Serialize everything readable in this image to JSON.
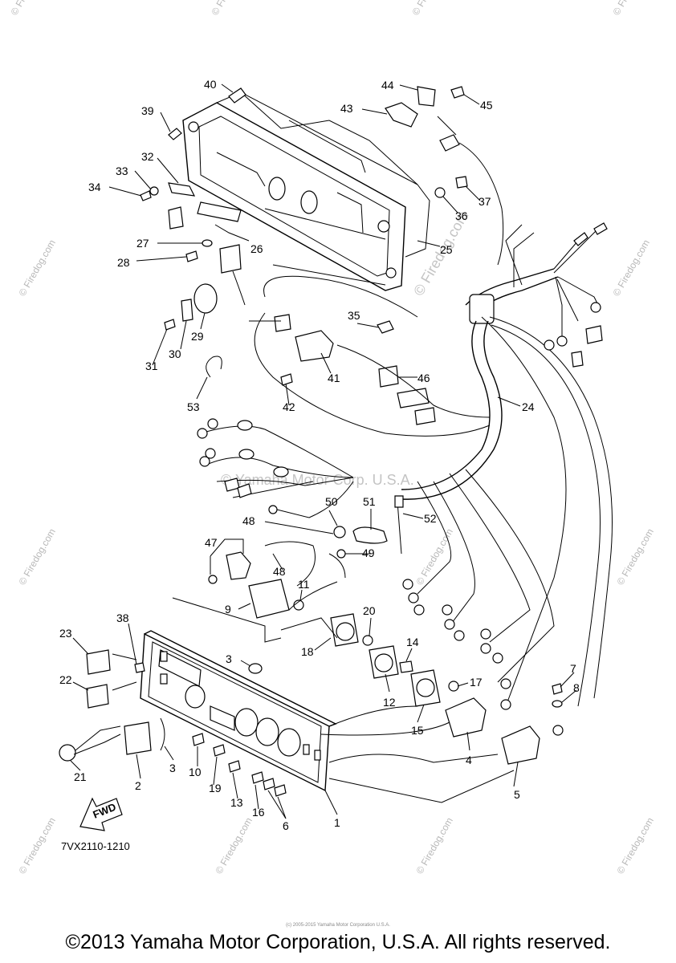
{
  "diagram_code": "7VX2110-1210",
  "fwd_label": "FWD",
  "watermark_site": "© Firedog.com",
  "watermark_center": "© Yamaha Motor Corp. U.S.A.",
  "tiny_copyright": "(c) 2005-2015 Yamaha Motor Corporation U.S.A.",
  "copyright": "©2013 Yamaha Motor Corporation, U.S.A. All rights reserved.",
  "callouts": [
    {
      "id": "1",
      "label": "1"
    },
    {
      "id": "2",
      "label": "2"
    },
    {
      "id": "3a",
      "label": "3"
    },
    {
      "id": "3b",
      "label": "3"
    },
    {
      "id": "4",
      "label": "4"
    },
    {
      "id": "5",
      "label": "5"
    },
    {
      "id": "6",
      "label": "6"
    },
    {
      "id": "7",
      "label": "7"
    },
    {
      "id": "8",
      "label": "8"
    },
    {
      "id": "9",
      "label": "9"
    },
    {
      "id": "10",
      "label": "10"
    },
    {
      "id": "11",
      "label": "11"
    },
    {
      "id": "12",
      "label": "12"
    },
    {
      "id": "13",
      "label": "13"
    },
    {
      "id": "14",
      "label": "14"
    },
    {
      "id": "15",
      "label": "15"
    },
    {
      "id": "16",
      "label": "16"
    },
    {
      "id": "17",
      "label": "17"
    },
    {
      "id": "18",
      "label": "18"
    },
    {
      "id": "19",
      "label": "19"
    },
    {
      "id": "20",
      "label": "20"
    },
    {
      "id": "21",
      "label": "21"
    },
    {
      "id": "22",
      "label": "22"
    },
    {
      "id": "23",
      "label": "23"
    },
    {
      "id": "24",
      "label": "24"
    },
    {
      "id": "25",
      "label": "25"
    },
    {
      "id": "26",
      "label": "26"
    },
    {
      "id": "27",
      "label": "27"
    },
    {
      "id": "28",
      "label": "28"
    },
    {
      "id": "29",
      "label": "29"
    },
    {
      "id": "30",
      "label": "30"
    },
    {
      "id": "31",
      "label": "31"
    },
    {
      "id": "32",
      "label": "32"
    },
    {
      "id": "33",
      "label": "33"
    },
    {
      "id": "34",
      "label": "34"
    },
    {
      "id": "35",
      "label": "35"
    },
    {
      "id": "36",
      "label": "36"
    },
    {
      "id": "37",
      "label": "37"
    },
    {
      "id": "38",
      "label": "38"
    },
    {
      "id": "39",
      "label": "39"
    },
    {
      "id": "40",
      "label": "40"
    },
    {
      "id": "41",
      "label": "41"
    },
    {
      "id": "42",
      "label": "42"
    },
    {
      "id": "43",
      "label": "43"
    },
    {
      "id": "44",
      "label": "44"
    },
    {
      "id": "45",
      "label": "45"
    },
    {
      "id": "46",
      "label": "46"
    },
    {
      "id": "47",
      "label": "47"
    },
    {
      "id": "48a",
      "label": "48"
    },
    {
      "id": "48b",
      "label": "48"
    },
    {
      "id": "49",
      "label": "49"
    },
    {
      "id": "50",
      "label": "50"
    },
    {
      "id": "51",
      "label": "51"
    },
    {
      "id": "52",
      "label": "52"
    },
    {
      "id": "53",
      "label": "53"
    }
  ]
}
